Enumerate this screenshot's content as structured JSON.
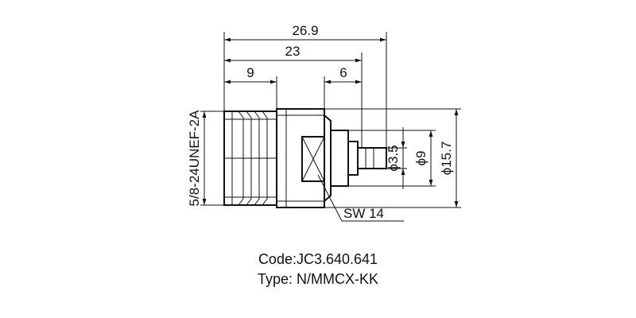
{
  "dimensions": {
    "overall_length": "26.9",
    "body_length": "23",
    "nut_length": "9",
    "pin_length": "6",
    "thread_spec": "5/8-24UNEF-2A",
    "dia_pin": "ϕ3.5",
    "dia_mid": "ϕ9",
    "dia_body": "ϕ15.7",
    "wrench": "SW 14"
  },
  "caption": {
    "code": "Code:JC3.640.641",
    "type": "Type: N/MMCX-KK"
  }
}
